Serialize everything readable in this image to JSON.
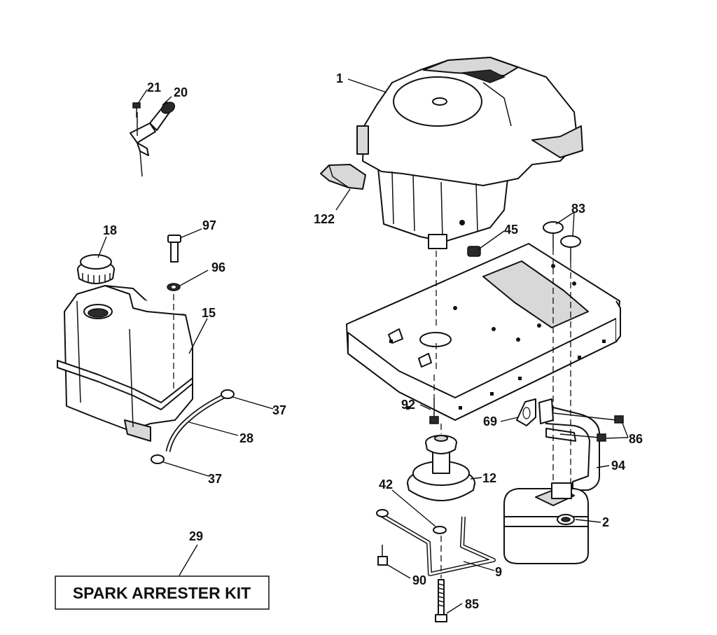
{
  "callouts": {
    "c1": "1",
    "c2": "2",
    "c9": "9",
    "c12": "12",
    "c15": "15",
    "c18": "18",
    "c20": "20",
    "c21": "21",
    "c28": "28",
    "c29": "29",
    "c37a": "37",
    "c37b": "37",
    "c42": "42",
    "c45": "45",
    "c69": "69",
    "c83": "83",
    "c85": "85",
    "c86": "86",
    "c90": "90",
    "c92": "92",
    "c94": "94",
    "c96": "96",
    "c97": "97",
    "c122": "122"
  },
  "kit_box": {
    "label": "SPARK ARRESTER KIT"
  },
  "icons": {
    "engine": "engine-icon",
    "fuel_tank": "fuel-tank-icon",
    "chassis": "chassis-frame-icon",
    "muffler": "muffler-icon",
    "pulley": "pulley-icon"
  }
}
